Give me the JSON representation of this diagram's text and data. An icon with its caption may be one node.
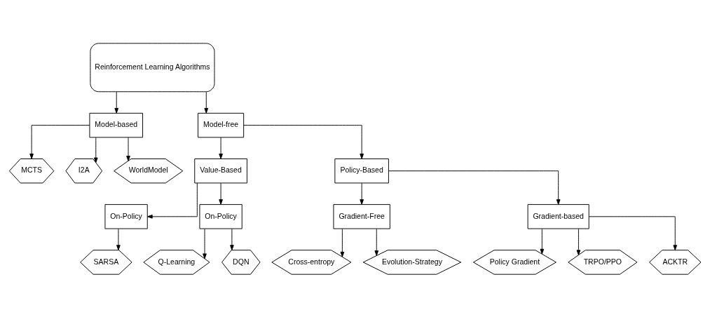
{
  "diagram": {
    "nodes": [
      {
        "text": [
          "Reinforcement Learning Algorithms"
        ]
      },
      {
        "text": [
          "Model-based"
        ]
      },
      {
        "text": [
          "MCTS"
        ]
      },
      {
        "text": [
          "I2A"
        ]
      },
      {
        "text": [
          "WorldModel"
        ]
      },
      {
        "text": [
          "Model-free"
        ]
      },
      {
        "text": [
          "Value-Based"
        ]
      },
      {
        "text": [
          "On-Policy"
        ]
      },
      {
        "text": [
          "SARSA"
        ]
      },
      {
        "text": [
          "On-Policy"
        ]
      },
      {
        "text": [
          "Q-Learning"
        ]
      },
      {
        "text": [
          "DQN"
        ]
      },
      {
        "text": [
          "Policy-Based"
        ]
      },
      {
        "text": [
          "Gradient-Free"
        ]
      },
      {
        "text": [
          "Cross-entropy"
        ]
      },
      {
        "text": [
          "Evolution-Strategy"
        ]
      },
      {
        "text": [
          "Gradient-based"
        ]
      },
      {
        "text": [
          "Policy Gradient"
        ]
      },
      {
        "text": [
          "TRPO/PPO"
        ]
      },
      {
        "text": [
          "ACKTR"
        ]
      }
    ],
    "edges": [
      {
        "from": 0,
        "to": 1,
        "arrow": "to"
      },
      {
        "from": 0,
        "to": 5,
        "arrow": "to"
      },
      {
        "from": 1,
        "to": 2,
        "arrow": "to"
      },
      {
        "from": 1,
        "to": 3,
        "arrow": "to"
      },
      {
        "from": 1,
        "to": 4,
        "arrow": "to"
      },
      {
        "from": 5,
        "to": 6,
        "arrow": "to"
      },
      {
        "from": 5,
        "to": 12,
        "arrow": "to"
      },
      {
        "from": 6,
        "to": 7,
        "arrow": "to"
      },
      {
        "from": 6,
        "to": 9,
        "arrow": "to"
      },
      {
        "from": 7,
        "to": 8,
        "arrow": "to"
      },
      {
        "from": 9,
        "to": 10,
        "arrow": "to"
      },
      {
        "from": 9,
        "to": 11,
        "arrow": "to"
      },
      {
        "from": 12,
        "to": 13,
        "arrow": "to"
      },
      {
        "from": 12,
        "to": 16,
        "arrow": "to"
      },
      {
        "from": 13,
        "to": 14,
        "arrow": "to"
      },
      {
        "from": 13,
        "to": 15,
        "arrow": "to"
      },
      {
        "from": 16,
        "to": 17,
        "arrow": "to"
      },
      {
        "from": 16,
        "to": 18,
        "arrow": "to"
      },
      {
        "from": 16,
        "to": 19,
        "arrow": "to"
      }
    ]
  }
}
